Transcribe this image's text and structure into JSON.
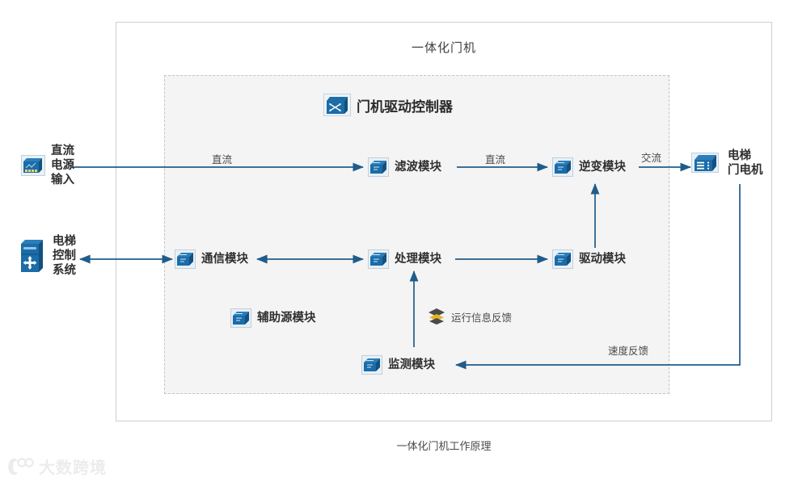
{
  "diagram": {
    "title": "一体化门机",
    "caption": "一体化门机工作原理",
    "controller_label": "门机驱动控制器",
    "controller_icon": "switch-3d-icon"
  },
  "external_nodes": [
    {
      "id": "dc-power-input",
      "label": "直流\n电源\n输入",
      "icon": "power-supply-icon"
    },
    {
      "id": "elevator-control-system",
      "label": "电梯\n控制\n系统",
      "icon": "control-cabinet-icon"
    },
    {
      "id": "elevator-door-motor",
      "label": "电梯\n门电机",
      "icon": "motor-rack-icon"
    }
  ],
  "modules": [
    {
      "id": "filter-module",
      "label": "滤波模块",
      "icon": "module-box-icon"
    },
    {
      "id": "inverter-module",
      "label": "逆变模块",
      "icon": "module-box-icon"
    },
    {
      "id": "communication-module",
      "label": "通信模块",
      "icon": "module-box-icon"
    },
    {
      "id": "processing-module",
      "label": "处理模块",
      "icon": "module-box-icon"
    },
    {
      "id": "drive-module",
      "label": "驱动模块",
      "icon": "module-box-icon"
    },
    {
      "id": "auxiliary-power-module",
      "label": "辅助源模块",
      "icon": "module-box-icon"
    },
    {
      "id": "monitoring-module",
      "label": "监测模块",
      "icon": "module-box-icon"
    }
  ],
  "edge_labels": [
    {
      "id": "dc-to-filter",
      "text": "直流"
    },
    {
      "id": "filter-to-inverter",
      "text": "直流"
    },
    {
      "id": "inverter-to-motor",
      "text": "交流"
    },
    {
      "id": "speed-feedback",
      "text": "速度反馈"
    }
  ],
  "notes": [
    {
      "id": "run-info-feedback",
      "text": "运行信息反馈",
      "icon": "layers-stack-icon"
    }
  ],
  "watermark": {
    "text": "大数跨境",
    "icon": "brand-logo-icon"
  },
  "colors": {
    "arrow": "#1f5c8b",
    "icon_blue": "#1b6ca8",
    "icon_blue_dark": "#12507f",
    "panel_bg": "#f4f4f4",
    "panel_border": "#c3c3c3",
    "outer_border": "#cfcfcf",
    "accent_yellow": "#e8b423"
  }
}
